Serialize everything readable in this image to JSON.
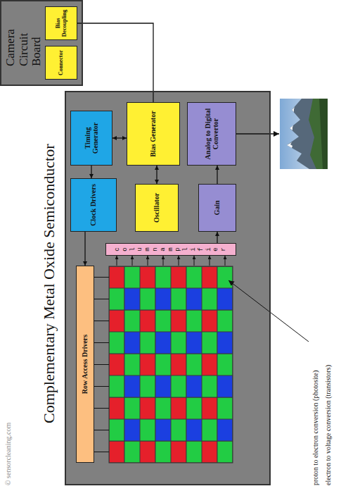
{
  "diagram": {
    "nodes": [
      {
        "text": [
          "Complementary Metal Oxide Semiconductor"
        ]
      },
      {
        "text": [
          "Row Access Drivers"
        ],
        "in": 0
      },
      {
        "text": [
          "Clock Drivers"
        ],
        "in": 0
      },
      {
        "text": [
          "Timing Generator"
        ],
        "in": 0
      },
      {
        "text": [
          "Bias Generator"
        ],
        "in": 0
      },
      {
        "text": [
          "Oscillator"
        ],
        "in": 0
      },
      {
        "text": [
          "column amplifier"
        ],
        "in": 0
      },
      {
        "text": [
          "Gain"
        ],
        "in": 0
      },
      {
        "text": [
          "Analog to Digital Convertor"
        ],
        "in": 0
      },
      {
        "text": [
          "Camera Circuit Board"
        ]
      },
      {
        "text": [
          "Connector"
        ],
        "in": 9
      },
      {
        "text": [
          "Bias Decoupling"
        ],
        "in": 9
      }
    ],
    "edges": [
      {
        "from": 3,
        "to": 2,
        "arrow": "to"
      },
      {
        "from": 3,
        "to": 4,
        "arrow": "both"
      },
      {
        "from": 4,
        "to": 5,
        "arrow": "both"
      },
      {
        "from": 2,
        "to": 1,
        "arrow": "to"
      },
      {
        "from": 6,
        "to": 7,
        "arrow": "to"
      },
      {
        "from": 7,
        "to": 8,
        "arrow": "to"
      },
      {
        "from": 11,
        "to": 4,
        "arrow": "none"
      }
    ],
    "labels": [
      "© sensorcleaning.com",
      "proton to electron conversion (photosite)",
      "electron to voltage conversion (transistors)"
    ]
  }
}
